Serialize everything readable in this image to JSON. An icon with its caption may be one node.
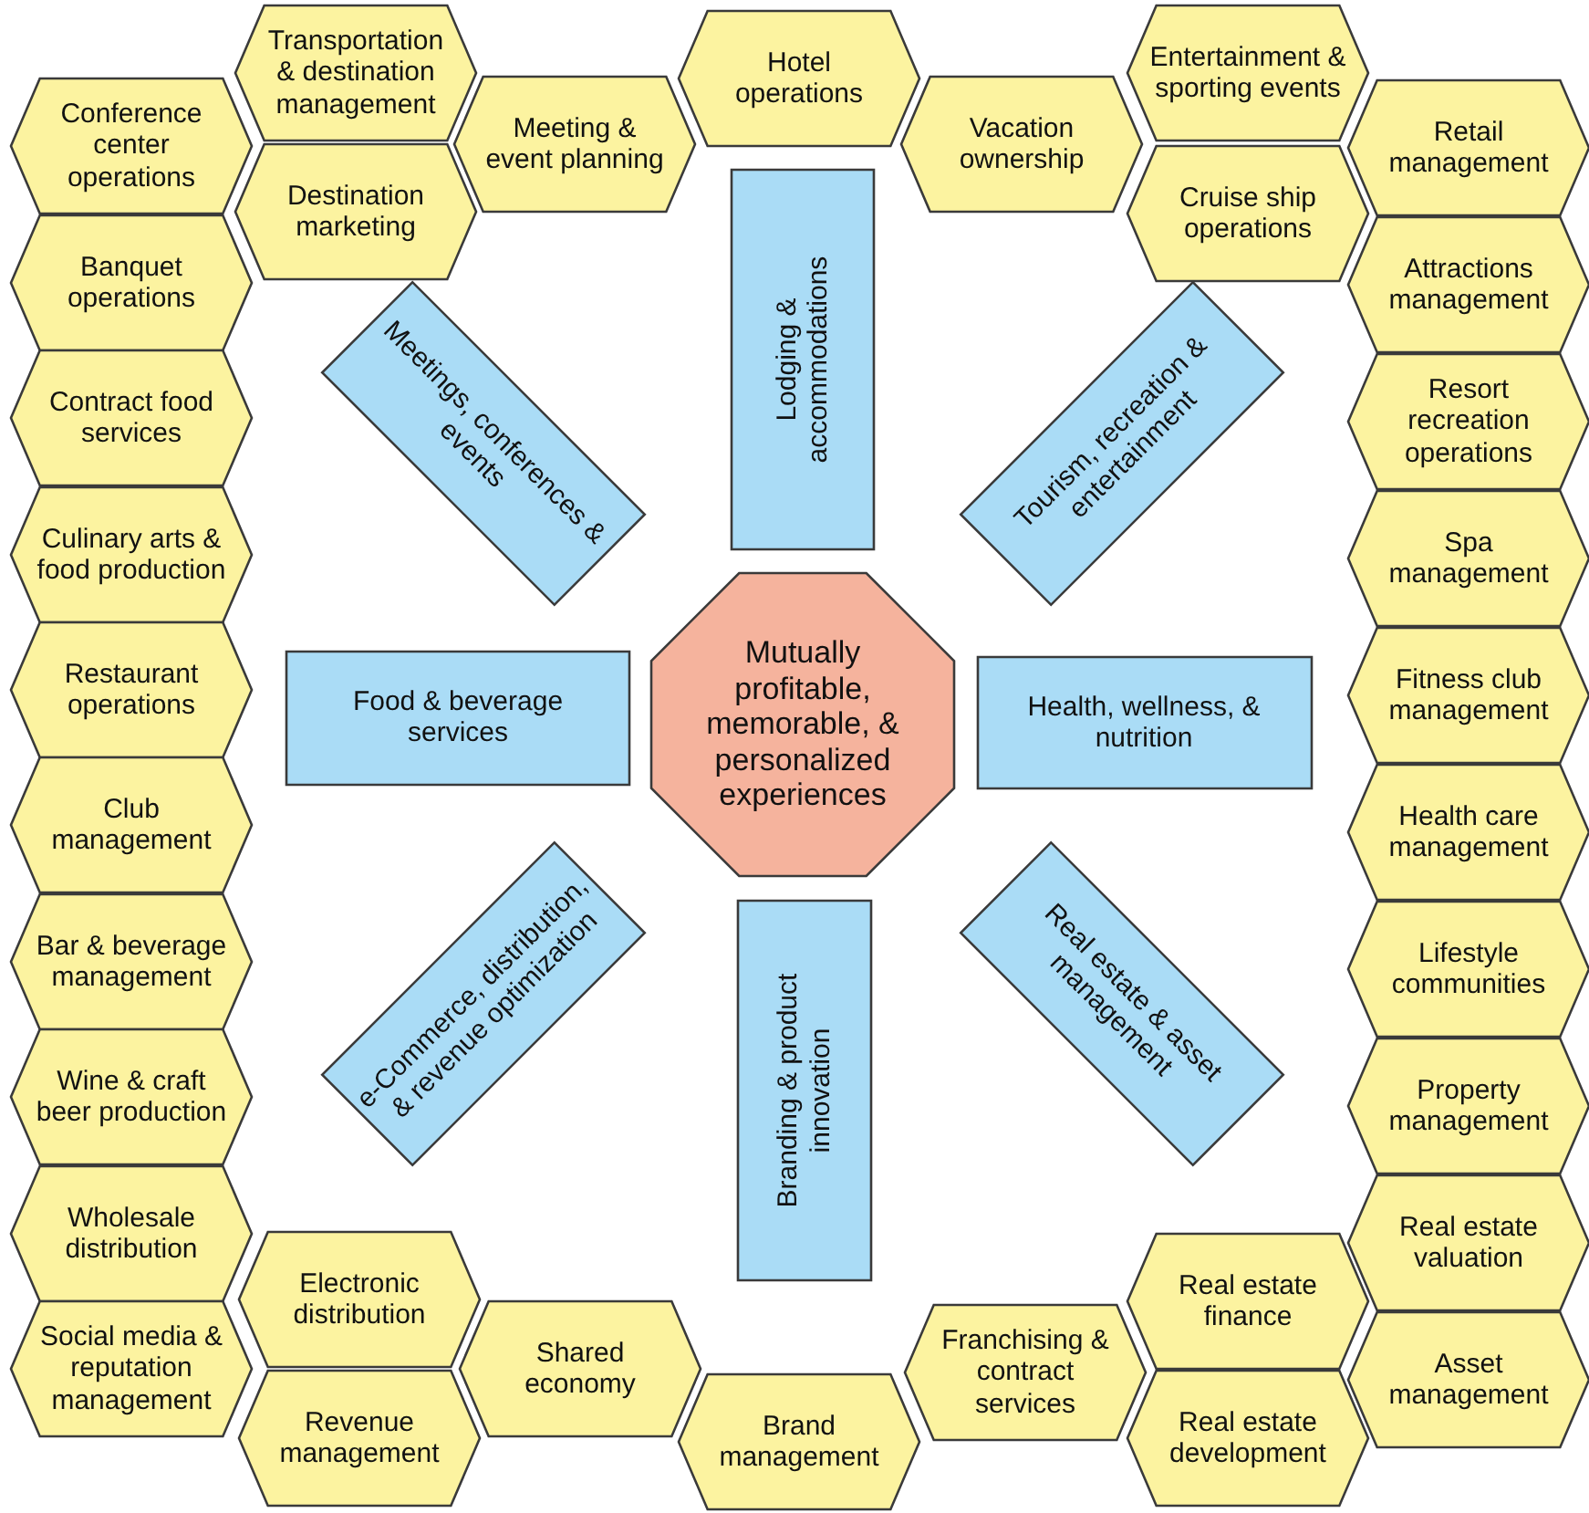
{
  "diagram": {
    "nodes": [
      {
        "text": [
          "Mutually profitable, memorable, & personalized experiences"
        ]
      },
      {
        "text": [
          "Lodging & accommodations"
        ]
      },
      {
        "text": [
          "Meetings, conferences & events"
        ]
      },
      {
        "text": [
          "Tourism, recreation & entertainment"
        ]
      },
      {
        "text": [
          "Food & beverage services"
        ]
      },
      {
        "text": [
          "Health, wellness, & nutrition"
        ]
      },
      {
        "text": [
          "e-Commerce, distribution, & revenue optimization"
        ]
      },
      {
        "text": [
          "Branding & product innovation"
        ]
      },
      {
        "text": [
          "Real estate & asset management"
        ]
      },
      {
        "text": [
          "Transportation & destination management"
        ]
      },
      {
        "text": [
          "Hotel operations"
        ]
      },
      {
        "text": [
          "Entertainment & sporting events"
        ]
      },
      {
        "text": [
          "Conference center operations"
        ]
      },
      {
        "text": [
          "Meeting & event planning"
        ]
      },
      {
        "text": [
          "Vacation ownership"
        ]
      },
      {
        "text": [
          "Retail management"
        ]
      },
      {
        "text": [
          "Destination marketing"
        ]
      },
      {
        "text": [
          "Cruise ship operations"
        ]
      },
      {
        "text": [
          "Banquet operations"
        ]
      },
      {
        "text": [
          "Attractions management"
        ]
      },
      {
        "text": [
          "Contract food services"
        ]
      },
      {
        "text": [
          "Resort recreation operations"
        ]
      },
      {
        "text": [
          "Culinary arts & food production"
        ]
      },
      {
        "text": [
          "Spa management"
        ]
      },
      {
        "text": [
          "Restaurant operations"
        ]
      },
      {
        "text": [
          "Fitness club management"
        ]
      },
      {
        "text": [
          "Club management"
        ]
      },
      {
        "text": [
          "Health care management"
        ]
      },
      {
        "text": [
          "Bar & beverage management"
        ]
      },
      {
        "text": [
          "Lifestyle communities"
        ]
      },
      {
        "text": [
          "Wine & craft beer production"
        ]
      },
      {
        "text": [
          "Property management"
        ]
      },
      {
        "text": [
          "Wholesale distribution"
        ]
      },
      {
        "text": [
          "Real estate valuation"
        ]
      },
      {
        "text": [
          "Electronic distribution"
        ]
      },
      {
        "text": [
          "Real estate finance"
        ]
      },
      {
        "text": [
          "Shared economy"
        ]
      },
      {
        "text": [
          "Franchising & contract services"
        ]
      },
      {
        "text": [
          "Social media & reputation management"
        ]
      },
      {
        "text": [
          "Asset management"
        ]
      },
      {
        "text": [
          "Revenue management"
        ]
      },
      {
        "text": [
          "Brand management"
        ]
      },
      {
        "text": [
          "Real estate development"
        ]
      }
    ]
  }
}
